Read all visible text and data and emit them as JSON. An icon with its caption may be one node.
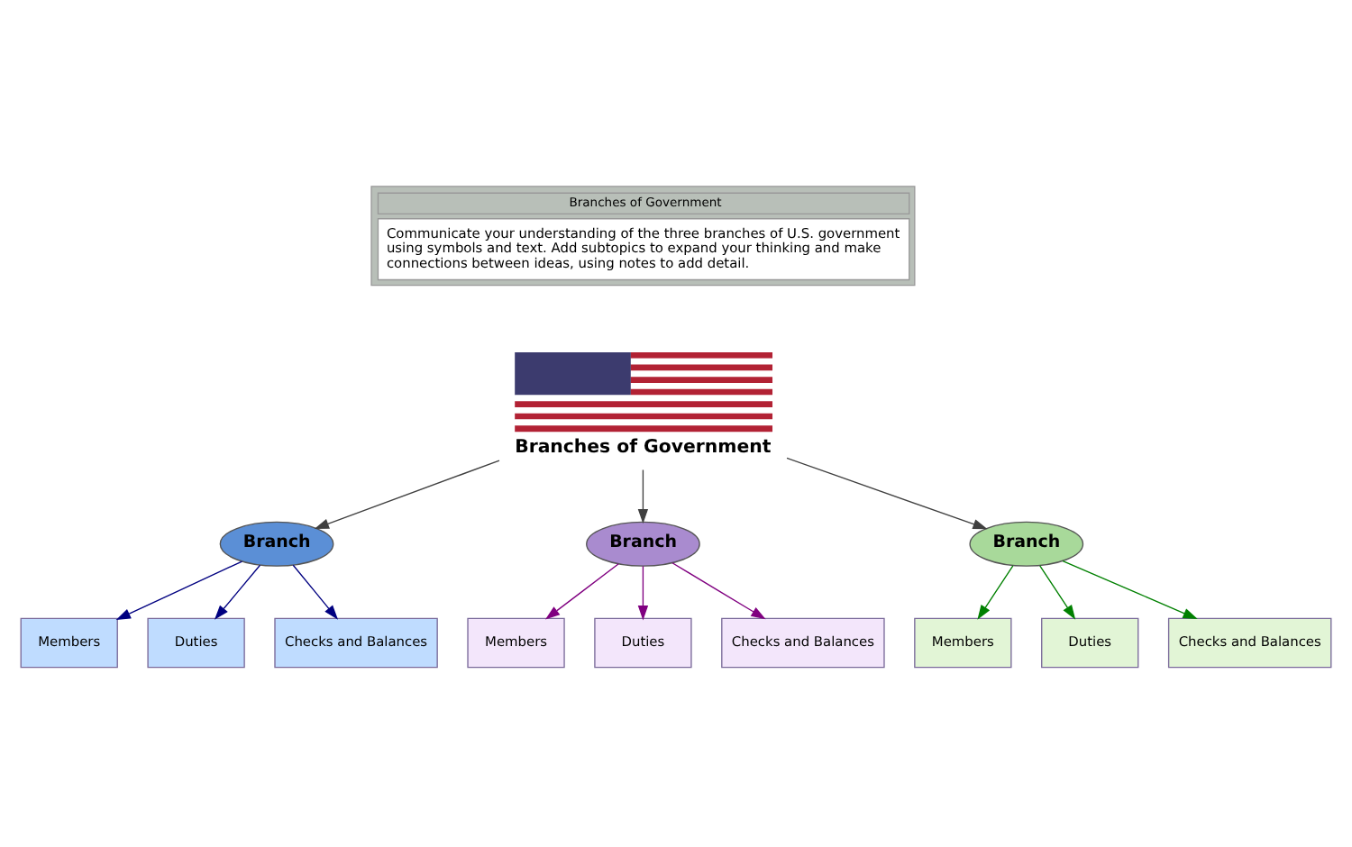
{
  "diagram": {
    "nodes": [
      {
        "text": [
          "Branches of Government",
          "Communicate your understanding of the three branches of U.S. government using symbols and text. Add subtopics to expand your thinking and make connections between ideas, using notes to add detail."
        ]
      },
      {
        "text": [
          "Branches of Government"
        ]
      },
      {
        "text": [
          "Branch"
        ]
      },
      {
        "text": [
          "Members"
        ]
      },
      {
        "text": [
          "Duties"
        ]
      },
      {
        "text": [
          "Checks and Balances"
        ]
      },
      {
        "text": [
          "Branch"
        ]
      },
      {
        "text": [
          "Members"
        ]
      },
      {
        "text": [
          "Duties"
        ]
      },
      {
        "text": [
          "Checks and Balances"
        ]
      },
      {
        "text": [
          "Branch"
        ]
      },
      {
        "text": [
          "Members"
        ]
      },
      {
        "text": [
          "Duties"
        ]
      },
      {
        "text": [
          "Checks and Balances"
        ]
      }
    ],
    "edges": [
      {
        "from": 1,
        "to": 2,
        "arrow": "to"
      },
      {
        "from": 1,
        "to": 6,
        "arrow": "to"
      },
      {
        "from": 1,
        "to": 10,
        "arrow": "to"
      },
      {
        "from": 2,
        "to": 3,
        "arrow": "to",
        "color": "#000080"
      },
      {
        "from": 2,
        "to": 4,
        "arrow": "to",
        "color": "#000080"
      },
      {
        "from": 2,
        "to": 5,
        "arrow": "to",
        "color": "#000080"
      },
      {
        "from": 6,
        "to": 7,
        "arrow": "to",
        "color": "#800080"
      },
      {
        "from": 6,
        "to": 8,
        "arrow": "to",
        "color": "#800080"
      },
      {
        "from": 6,
        "to": 9,
        "arrow": "to",
        "color": "#800080"
      },
      {
        "from": 10,
        "to": 11,
        "arrow": "to",
        "color": "#008000"
      },
      {
        "from": 10,
        "to": 12,
        "arrow": "to",
        "color": "#008000"
      },
      {
        "from": 10,
        "to": 13,
        "arrow": "to",
        "color": "#008000"
      }
    ]
  }
}
